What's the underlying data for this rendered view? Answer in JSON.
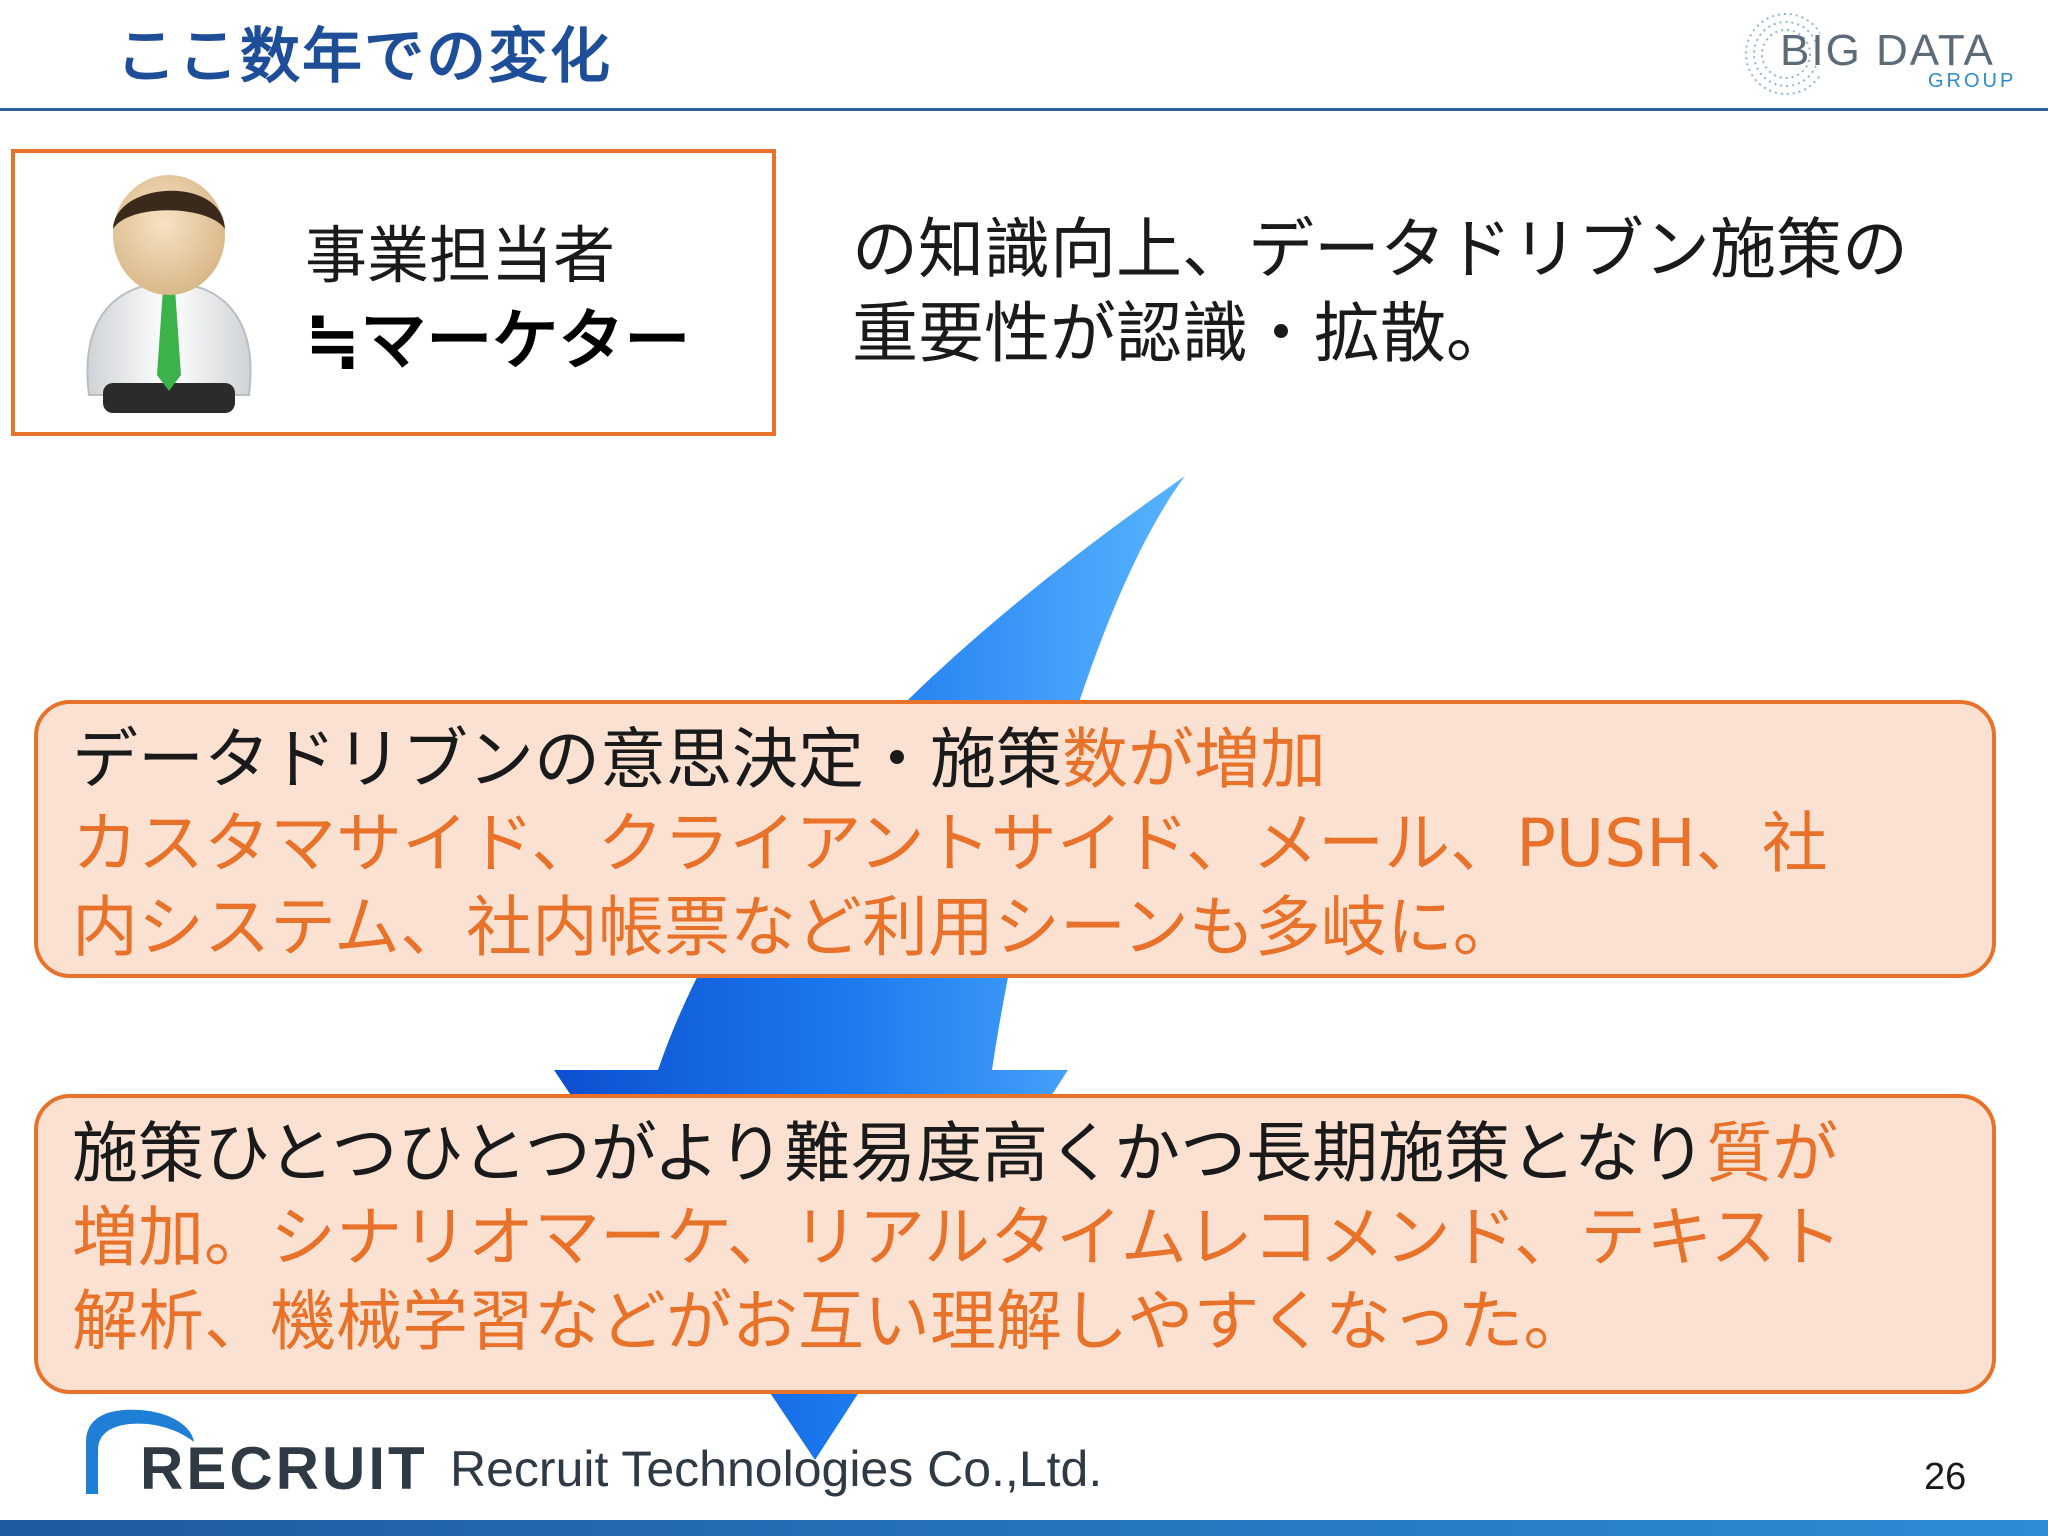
{
  "header": {
    "title": "ここ数年での変化",
    "logo": {
      "main": "BIG DATA",
      "sub": "GROUP"
    }
  },
  "role": {
    "line1": "事業担当者",
    "line2": "≒マーケター",
    "description": [
      "の知識向上、データドリブン施策の",
      "重要性が認識・拡散。"
    ]
  },
  "callout1": {
    "line1_black": "データドリブンの意思決定・施策",
    "line1_orange": "数が増加",
    "line2": "カスタマサイド、クライアントサイド、メール、PUSH、社",
    "line3": "内システム、社内帳票など利用シーンも多岐に。"
  },
  "callout2": {
    "line1_black": "施策ひとつひとつがより難易度高くかつ長期施策となり",
    "line1_orange": "質が",
    "line2": "増加。シナリオマーケ、リアルタイムレコメンド、テキスト",
    "line3": "解析、機械学習などがお互い理解しやすくなった。"
  },
  "footer": {
    "brand": "RECRUIT",
    "company": "Recruit Technologies Co.,Ltd.",
    "page_number": "26"
  },
  "icons": {
    "person": "businessman-icon",
    "arrow": "curved-down-arrow-icon",
    "recruit_logo": "recruit-logo-icon"
  },
  "colors": {
    "title": "#1f4e99",
    "accent_orange": "#e8722a",
    "callout_fill": "#fbe1d2",
    "arrow_blue": "#1a6fe0"
  }
}
